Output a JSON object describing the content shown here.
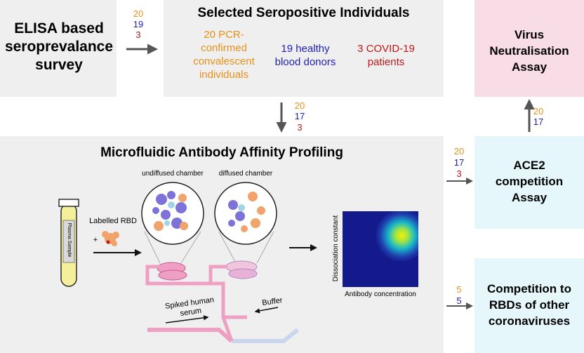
{
  "colors": {
    "orange": "#e8901a",
    "blue": "#1f1fb4",
    "red": "#c01818",
    "panel_gray": "#efefef",
    "panel_pink": "#f8dce6",
    "panel_cyan": "#e6f7fb",
    "arrow": "#555555"
  },
  "elisa": {
    "title": "ELISA based seroprevalance survey"
  },
  "counts_elisa": {
    "a": "20",
    "b": "19",
    "c": "3"
  },
  "selected": {
    "title": "Selected Seropositive Individuals",
    "group_orange": "20 PCR-confirmed convalescent individuals",
    "group_blue": "19 healthy blood donors",
    "group_red": "3 COVID-19 patients"
  },
  "counts_down": {
    "a": "20",
    "b": "17",
    "c": "3"
  },
  "maap": {
    "title": "Microfluidic Antibody Affinity Profiling",
    "undiffused": "undiffused chamber",
    "diffused": "diffused chamber",
    "labelled_rbd": "Labelled RBD",
    "plus": "+",
    "tube_label": "Plasma Sample",
    "spiked": "Spiked human serum",
    "buffer": "Buffer",
    "y_axis": "Dissociation constant",
    "x_axis": "Antibody concentration"
  },
  "counts_ace2": {
    "a": "20",
    "b": "17",
    "c": "3"
  },
  "ace2": {
    "title": "ACE2 competition Assay"
  },
  "counts_virus": {
    "a": "20",
    "b": "17"
  },
  "virus": {
    "title": "Virus Neutralisation Assay"
  },
  "counts_corona": {
    "a": "5",
    "b": "5"
  },
  "corona": {
    "title": "Competition to RBDs of other coronaviruses"
  }
}
